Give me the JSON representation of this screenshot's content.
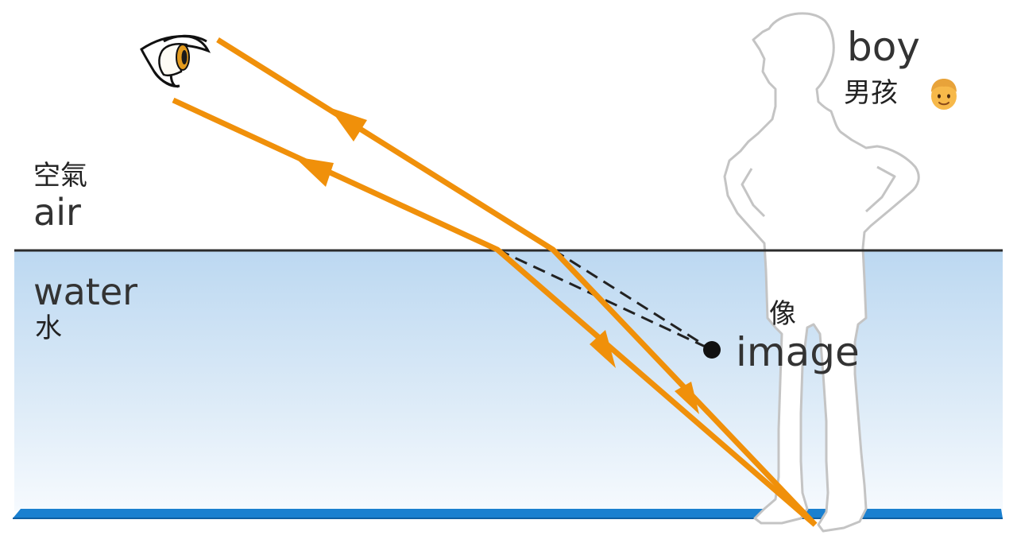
{
  "labels": {
    "air_zh": "空氣",
    "air_en": "air",
    "water_en": "water",
    "water_zh": "水",
    "image_zh": "像",
    "image_en": "image",
    "boy_en": "boy",
    "boy_zh": "男孩"
  },
  "icons": {
    "eye": "eye-icon",
    "boy_emoji": "boy-face-icon",
    "boy_silhouette": "boy-silhouette"
  },
  "colors": {
    "ray": "#f0900a",
    "water_top": "#bcd8f1",
    "water_bottom": "#f6fafe",
    "surface_line": "#2b2b2b",
    "bottom_line": "#1a80d0",
    "silhouette_stroke": "#c4c4c4",
    "image_dot": "#111111"
  }
}
